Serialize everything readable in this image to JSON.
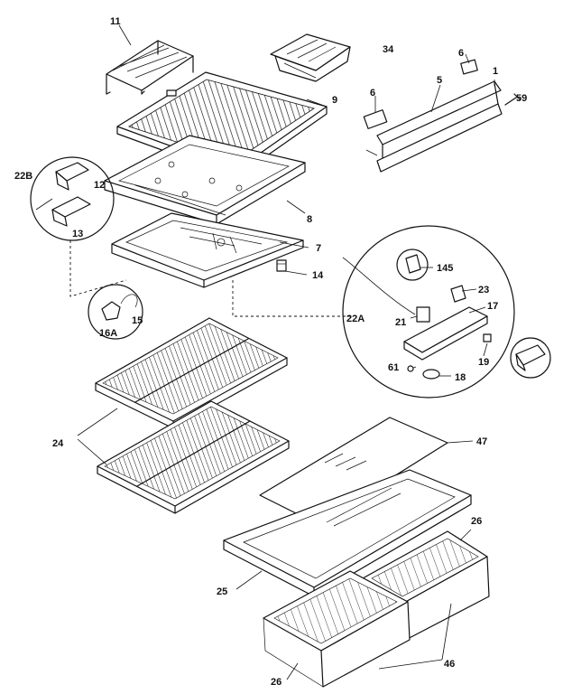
{
  "labels": {
    "l11": "11",
    "l34": "34",
    "l6a": "6",
    "l6b": "6",
    "l5": "5",
    "l1": "1",
    "l59": "59",
    "l9": "9",
    "l22b": "22B",
    "l12": "12",
    "l13": "13",
    "l8": "8",
    "l7": "7",
    "l14": "14",
    "l145": "145",
    "l23": "23",
    "l17": "17",
    "l22a": "22A",
    "l21": "21",
    "l16a": "16A",
    "l15": "15",
    "l61": "61",
    "l18": "18",
    "l19": "19",
    "l24": "24",
    "l47": "47",
    "l26a": "26",
    "l25": "25",
    "l26b": "26",
    "l46": "46"
  }
}
